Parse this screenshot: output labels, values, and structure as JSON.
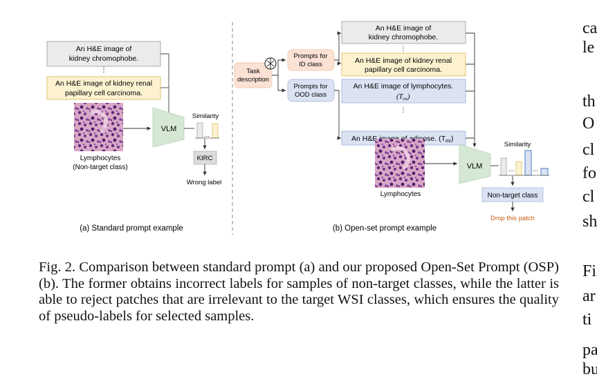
{
  "panel_a": {
    "prompt_top": [
      "An H&E image of",
      "kidney chromophobe."
    ],
    "ellipsis": "⋮",
    "prompt_bottom": [
      "An H&E image of kidney renal",
      "papillary cell carcinoma."
    ],
    "image_label": [
      "Lymphocytes",
      "(Non-target class)"
    ],
    "vlm": "VLM",
    "similarity": "Similarity",
    "bar_dots": "...",
    "result_box": "KIRC",
    "result_label": "Wrong label",
    "subcaption": "(a) Standard prompt example"
  },
  "panel_b": {
    "task_description": [
      "Task",
      "description"
    ],
    "id_prompts": [
      "Prompts for",
      "ID class"
    ],
    "ood_prompts": [
      "Prompts for",
      "OOD class"
    ],
    "id_top": [
      "An H&E image of",
      "kidney chromophobe."
    ],
    "ellipsis": "⋮",
    "id_bottom": [
      "An H&E image of kidney renal",
      "papillary cell carcinoma."
    ],
    "ood_top": [
      "An H&E image of lymphocytes.",
      "(T"
    ],
    "ood_sub": "os",
    "ood_bottom": "An H&E image of adipose.  (T",
    "image_label": "Lymphocytes",
    "vlm": "VLM",
    "similarity": "Similarity",
    "bar_dots": "...",
    "result_box": "Non-target class",
    "result_label": "Drop this patch",
    "subcaption": "(b) Open-set prompt example"
  },
  "caption": {
    "text": "Fig. 2.  Comparison between standard prompt (a) and our proposed Open-Set Prompt (OSP) (b). The former obtains incorrect labels for samples of non-target classes, while the latter is able to reject patches that are irrelevant to the target WSI classes, which ensures the quality of pseudo-labels for selected samples."
  },
  "right_column": {
    "block1": [
      "ca",
      "le"
    ],
    "block2": [
      "th",
      "O",
      "cl",
      "fo",
      "cl",
      "sh"
    ],
    "block3": [
      "Fi",
      "ar",
      "ti",
      "pa",
      "bu"
    ]
  },
  "colors": {
    "gray_box": "#ebebeb",
    "yellow_box": "#fdf2cf",
    "blue_box": "#dbe3f3",
    "orange_box": "#fbe2d5",
    "vlm_green": "#d5e8d4",
    "drop_text": "#c55a11",
    "stroke": "#8c8c8c"
  }
}
